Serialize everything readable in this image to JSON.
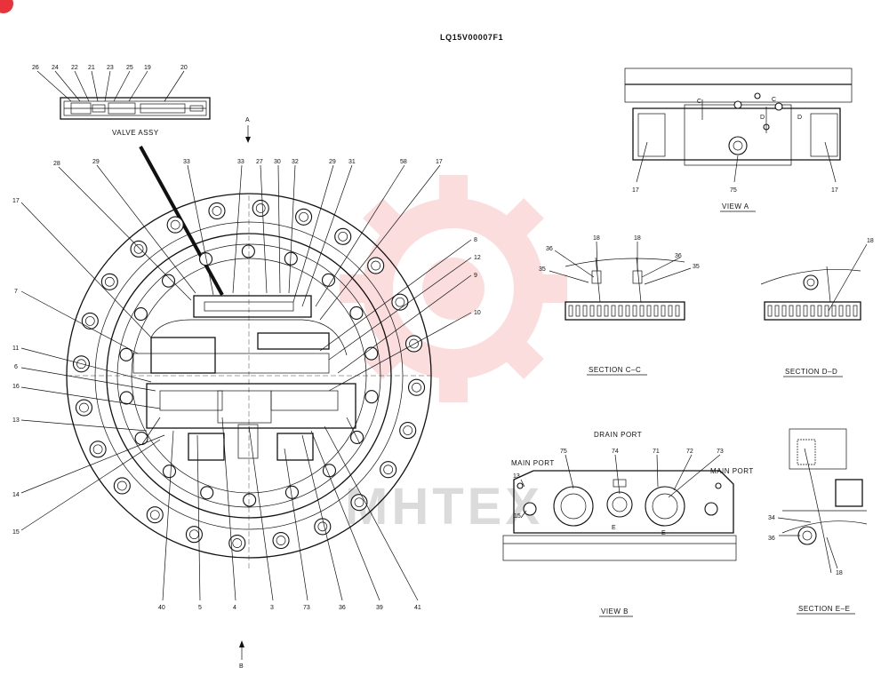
{
  "title": "LQ15V00007F1",
  "corner_badge": "",
  "watermark": {
    "text": "MHTEX",
    "color": "#e8333a"
  },
  "captions": {
    "valve_assy": "VALVE ASSY",
    "view_a": "VIEW  A",
    "view_b": "VIEW  B",
    "section_cc": "SECTION  C–C",
    "section_dd": "SECTION  D–D",
    "section_ee": "SECTION  E–E",
    "drain_port": "DRAIN PORT",
    "main_port_left": "MAIN  PORT",
    "main_port_right": "MAIN  PORT"
  },
  "arrows": {
    "a": "A",
    "b": "B"
  },
  "letters": {
    "c1": "C",
    "c2": "C",
    "d1": "D",
    "d2": "D",
    "e1": "E",
    "e2": "E"
  },
  "valve_callouts": [
    "26",
    "24",
    "22",
    "21",
    "23",
    "25",
    "19",
    "20"
  ],
  "main_top_callouts": [
    "28",
    "29",
    "33",
    "33",
    "27",
    "30",
    "32",
    "29",
    "31",
    "58",
    "17"
  ],
  "main_left_callouts": [
    "17",
    "7",
    "11",
    "6",
    "16",
    "13",
    "14",
    "15"
  ],
  "main_right_callouts": [
    "8",
    "12",
    "9",
    "10"
  ],
  "main_bottom_callouts": [
    "40",
    "5",
    "4",
    "3",
    "73",
    "36",
    "39",
    "41"
  ],
  "view_a_callouts": [
    "17",
    "75",
    "17"
  ],
  "section_cc_callouts": [
    "18",
    "18",
    "36",
    "36",
    "35",
    "35"
  ],
  "section_dd_callouts": [
    "18"
  ],
  "view_b_callouts": [
    "75",
    "74",
    "71",
    "72",
    "73",
    "13",
    "15"
  ],
  "section_ee_callouts": [
    "34",
    "36",
    "18"
  ]
}
